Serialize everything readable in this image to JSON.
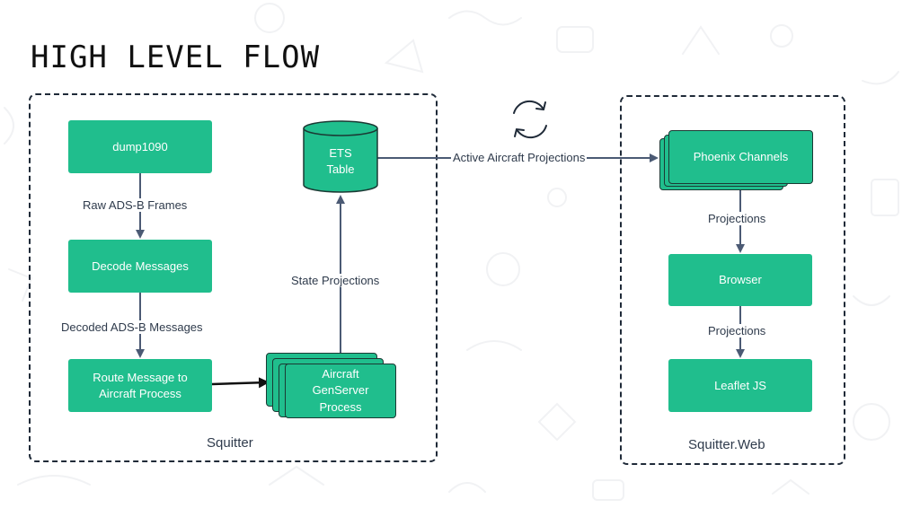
{
  "title": "HIGH LEVEL FLOW",
  "colors": {
    "node": "#20be8d",
    "arrow": "#4b5a74",
    "border": "#1f2a38",
    "text": "#2f3b4c"
  },
  "groups": {
    "squitter": {
      "label": "Squitter"
    },
    "squitter_web": {
      "label": "Squitter.Web"
    }
  },
  "nodes": {
    "dump1090": "dump1090",
    "decode": "Decode Messages",
    "route": "Route Message  to\nAircraft Process",
    "aircraft": "Aircraft\nGenServer\nProcess",
    "ets": "ETS\nTable",
    "phoenix": "Phoenix Channels",
    "browser": "Browser",
    "leaflet": "Leaflet JS"
  },
  "edge_labels": {
    "raw_frames": "Raw ADS-B Frames",
    "decoded_messages": "Decoded ADS-B Messages",
    "state_projections": "State Projections",
    "active_projections": "Active Aircraft Projections",
    "projections_1": "Projections",
    "projections_2": "Projections"
  },
  "icons": {
    "sync": "sync-icon"
  }
}
